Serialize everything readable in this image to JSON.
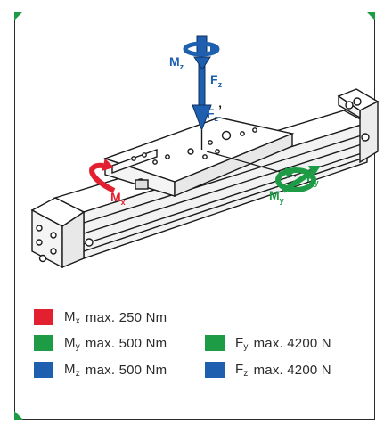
{
  "colors": {
    "red": "#e3202f",
    "green": "#1d9c45",
    "blue": "#1f5fb0",
    "frame": "#2a2a2a"
  },
  "labels": {
    "mz_main": "M",
    "mz_sub": "z",
    "fz_main": "F",
    "fz_sub": "z",
    "fz2_main": "F",
    "fz2_sub": "z",
    "fz2_prime": "’",
    "mx_main": "M",
    "mx_sub": "x",
    "my_main": "M",
    "my_sub": "y",
    "fy_main": "F",
    "fy_sub": "y"
  },
  "legend": [
    {
      "sym": "M",
      "sub": "x",
      "text": "max. 250 Nm",
      "color": "#e3202f"
    },
    {
      "sym": "M",
      "sub": "y",
      "text": "max. 500 Nm",
      "color": "#1d9c45"
    },
    {
      "sym": "F",
      "sub": "y",
      "text": "max. 4200 N",
      "color": "#1d9c45"
    },
    {
      "sym": "M",
      "sub": "z",
      "text": "max. 500 Nm",
      "color": "#1f5fb0"
    },
    {
      "sym": "F",
      "sub": "z",
      "text": "max. 4200 N",
      "color": "#1f5fb0"
    }
  ]
}
